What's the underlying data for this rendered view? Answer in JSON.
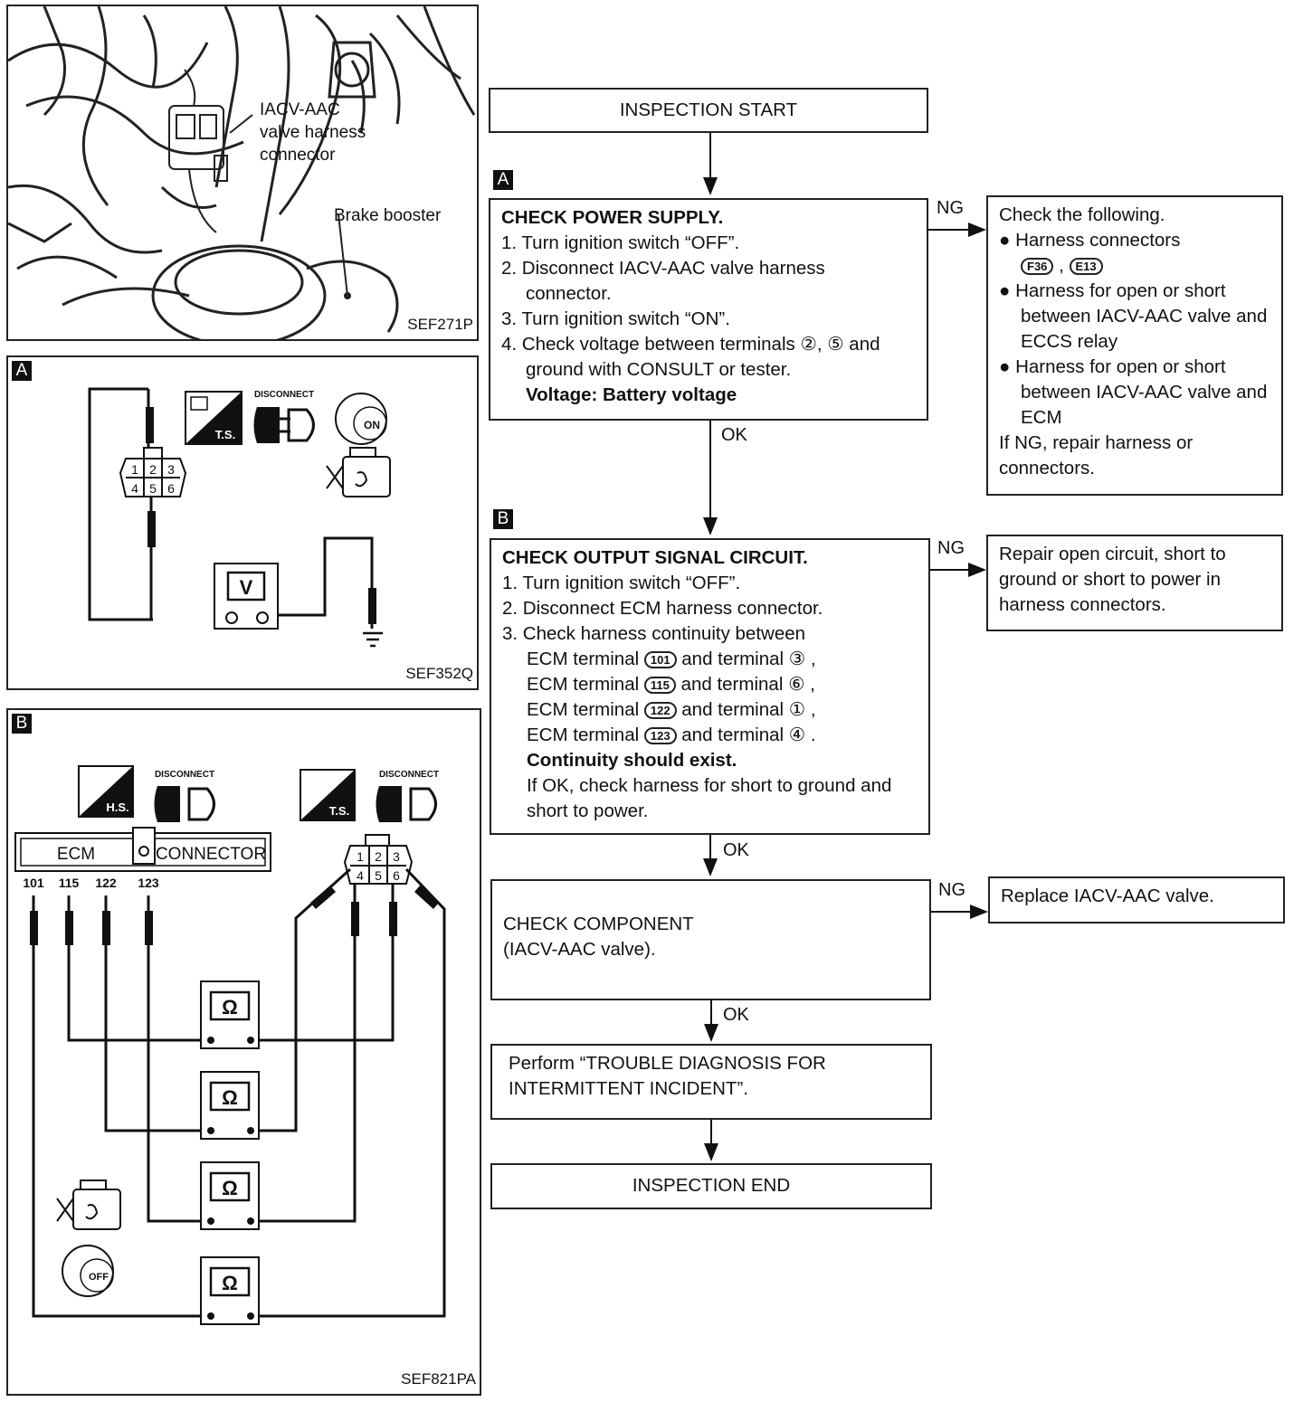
{
  "photo_panel": {
    "callout_label": "IACV-AAC\nvalve harness\nconnector",
    "brake_label": "Brake booster",
    "code": "SEF271P"
  },
  "panel_a": {
    "tag": "A",
    "disconnect": "DISCONNECT",
    "ts": "T.S.",
    "on": "ON",
    "pins": [
      "1",
      "2",
      "3",
      "4",
      "5",
      "6"
    ],
    "meter": "V",
    "code": "SEF352Q"
  },
  "panel_b": {
    "tag": "B",
    "hs": "H.S.",
    "ts": "T.S.",
    "disconnect": "DISCONNECT",
    "ecm": "ECM",
    "connector": "CONNECTOR",
    "terminals": [
      "101",
      "115",
      "122",
      "123"
    ],
    "pins": [
      "1",
      "2",
      "3",
      "4",
      "5",
      "6"
    ],
    "meter": "Ω",
    "off": "OFF",
    "code": "SEF821PA"
  },
  "flow": {
    "start": "INSPECTION START",
    "step_a": {
      "tag": "A",
      "title": "CHECK POWER SUPPLY.",
      "lines": [
        "1. Turn ignition switch “OFF”.",
        "2. Disconnect IACV-AAC valve harness connector.",
        "3. Turn ignition switch “ON”.",
        "4. Check voltage between terminals ②, ⑤ and ground with CONSULT or tester."
      ],
      "spec": "Voltage: Battery voltage",
      "ng": "NG",
      "ok": "OK"
    },
    "ng_a": {
      "intro": "Check the following.",
      "bullets": [
        "Harness connectors",
        "Harness for open or short between IACV-AAC valve and ECCS relay",
        "Harness for open or short between IACV-AAC valve and ECM"
      ],
      "connectors": [
        "F36",
        "E13"
      ],
      "outro": "If NG, repair harness or connectors."
    },
    "step_b": {
      "tag": "B",
      "title": "CHECK OUTPUT SIGNAL CIRCUIT.",
      "lines": [
        "1. Turn ignition switch “OFF”.",
        "2. Disconnect ECM harness connector.",
        "3. Check harness continuity between"
      ],
      "pairs": [
        {
          "pre": "ECM terminal",
          "ecm": "101",
          "mid": "and terminal",
          "term": "③ ,"
        },
        {
          "pre": "ECM terminal",
          "ecm": "115",
          "mid": "and terminal",
          "term": "⑥ ,"
        },
        {
          "pre": "ECM terminal",
          "ecm": "122",
          "mid": "and terminal",
          "term": "① ,"
        },
        {
          "pre": "ECM terminal",
          "ecm": "123",
          "mid": "and terminal",
          "term": "④ ."
        }
      ],
      "spec": "Continuity should exist.",
      "note": "If OK, check harness for short to ground and short to power.",
      "ng": "NG",
      "ok": "OK"
    },
    "ng_b": "Repair open circuit, short to ground or short to power in harness connectors.",
    "step_c": {
      "text": "CHECK COMPONENT\n(IACV-AAC valve).",
      "ng": "NG",
      "ok": "OK"
    },
    "ng_c": "Replace IACV-AAC valve.",
    "perform": "Perform “TROUBLE DIAGNOSIS FOR INTERMITTENT INCIDENT”.",
    "end": "INSPECTION END"
  }
}
